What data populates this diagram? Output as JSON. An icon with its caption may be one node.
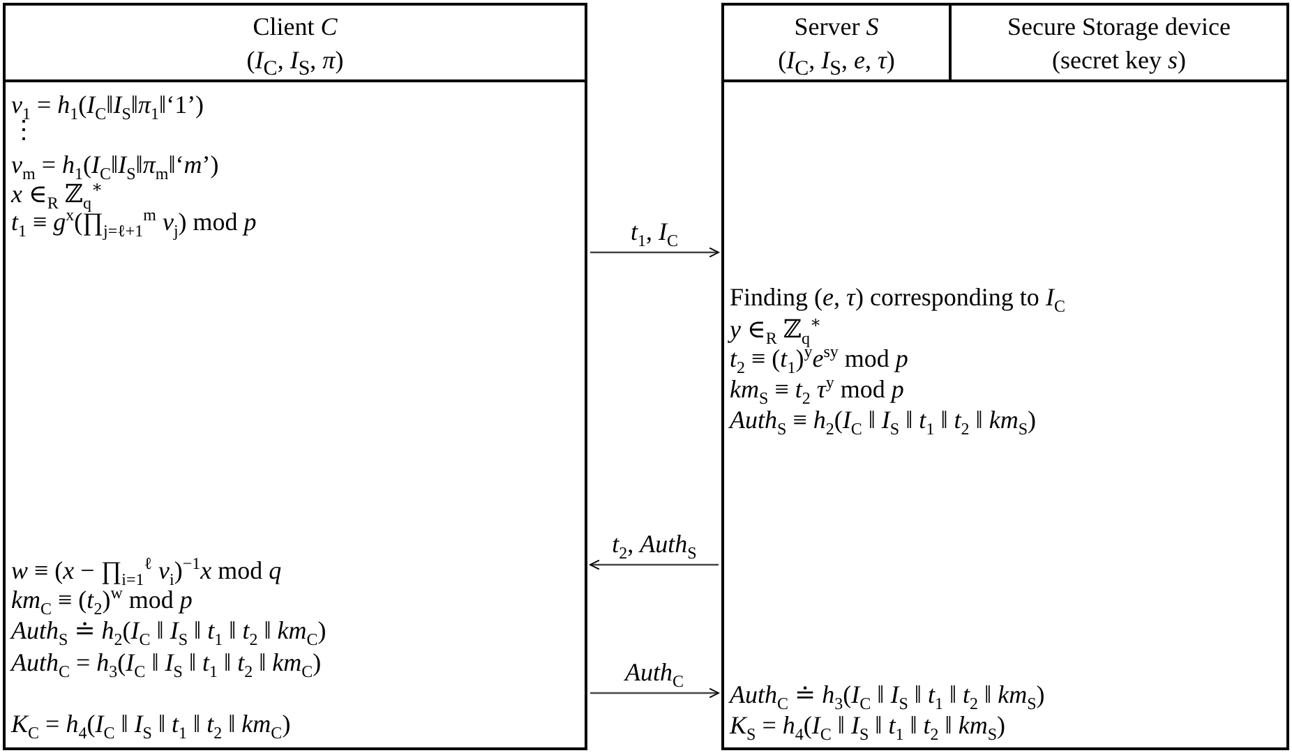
{
  "diagram": {
    "nodes": [
      {
        "text": [
          "Client *C*",
          "(*I*$_{C}$, *I*$_{S}$, *π*)"
        ]
      },
      {
        "text": [
          "*v*$_{1}$ = *h*$_{1}$(*I*$_{C}$‖*I*$_{S}$‖*π*$_{1}$‖‘1’)",
          "⋮",
          "*v*$_{m}$ = *h*$_{1}$(*I*$_{C}$‖*I*$_{S}$‖*π*$_{m}$‖‘*m*’)",
          "*x* ∈$_{R}$ ℤ$_{q}$$^{∗}$",
          "*t*$_{1}$ ≡ *g*$^{x}$(∏$_{j=ℓ+1}$$^{m}$ *v*$_{j}$) mod *p*",
          "*w* ≡ (*x* − ∏$_{i=1}$$^{ℓ}$ *v*$_{i}$)$^{−1}$*x* mod *q*",
          "*km*$_{C}$ ≡ (*t*$_{2}$)$^{w}$ mod *p*",
          "*Auth*$_{S}$ ≐ *h*$_{2}$(*I*$_{C}$ ‖ *I*$_{S}$ ‖ *t*$_{1}$ ‖ *t*$_{2}$ ‖ *km*$_{C}$)",
          "*Auth*$_{C}$ = *h*$_{3}$(*I*$_{C}$ ‖ *I*$_{S}$ ‖ *t*$_{1}$ ‖ *t*$_{2}$ ‖ *km*$_{C}$)",
          "*K*$_{C}$ = *h*$_{4}$(*I*$_{C}$ ‖ *I*$_{S}$ ‖ *t*$_{1}$ ‖ *t*$_{2}$ ‖ *km*$_{C}$)"
        ]
      },
      {
        "text": [
          "Server *S*",
          "(*I*$_{C}$, *I*$_{S}$, *e*, *τ*)"
        ]
      },
      {
        "text": [
          "Secure Storage device",
          "(secret key *s*)"
        ]
      },
      {
        "text": [
          "Finding (*e*, *τ*) corresponding to *I*$_{C}$",
          "*y* ∈$_{R}$ ℤ$_{q}$$^{∗}$",
          "*t*$_{2}$ ≡ (*t*$_{1}$)$^{y}$*e*$^{sy}$ mod *p*",
          "*km*$_{S}$ ≡ *t*$_{2}$ *τ*$^{y}$ mod *p*",
          "*Auth*$_{S}$ ≡ *h*$_{2}$(*I*$_{C}$ ‖ *I*$_{S}$ ‖ *t*$_{1}$ ‖ *t*$_{2}$ ‖ *km*$_{S}$)",
          "*Auth*$_{C}$ ≐ *h*$_{3}$(*I*$_{C}$ ‖ *I*$_{S}$ ‖ *t*$_{1}$ ‖ *t*$_{2}$ ‖ *km*$_{S}$)",
          "*K*$_{S}$ = *h*$_{4}$(*I*$_{C}$ ‖ *I*$_{S}$ ‖ *t*$_{1}$ ‖ *t*$_{2}$ ‖ *km*$_{S}$)"
        ]
      }
    ],
    "edges": [
      {
        "from": 1,
        "to": 4,
        "arrow": "to",
        "label": "*t*$_{1}$, *I*$_{C}$"
      },
      {
        "from": 4,
        "to": 1,
        "arrow": "to",
        "label": "*t*$_{2}$, *Auth*$_{S}$"
      },
      {
        "from": 1,
        "to": 4,
        "arrow": "to",
        "label": "*Auth*$_{C}$"
      }
    ]
  }
}
